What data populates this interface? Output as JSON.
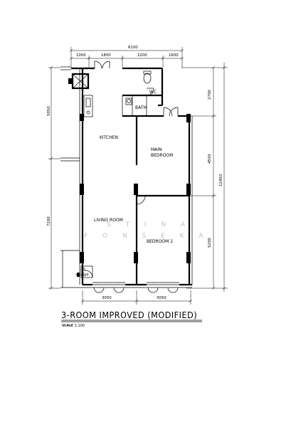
{
  "rooms": {
    "kitchen": "KITCHEN",
    "main_bedroom_1": "MAIN",
    "main_bedroom_2": "BEDROOM",
    "living": "LIVING ROOM",
    "bedroom2": "BEDROOM 2",
    "bath": "BATH",
    "wc": "WC",
    "bs1": "B",
    "bs2": "SH"
  },
  "dimensions": {
    "top_total": "6100",
    "top": [
      "1000",
      "1800",
      "2200",
      "1600"
    ],
    "left": [
      "5050",
      "7200"
    ],
    "right_total": "12450",
    "right": [
      "2700",
      "4550",
      "5200"
    ],
    "bottom": [
      "3050",
      "3050"
    ]
  },
  "title": "3-ROOM IMPROVED (MODIFIED)",
  "scale": "SCALE   1:100",
  "watermark": {
    "line1": "S T I N A",
    "line2": "F O N S E K A"
  }
}
